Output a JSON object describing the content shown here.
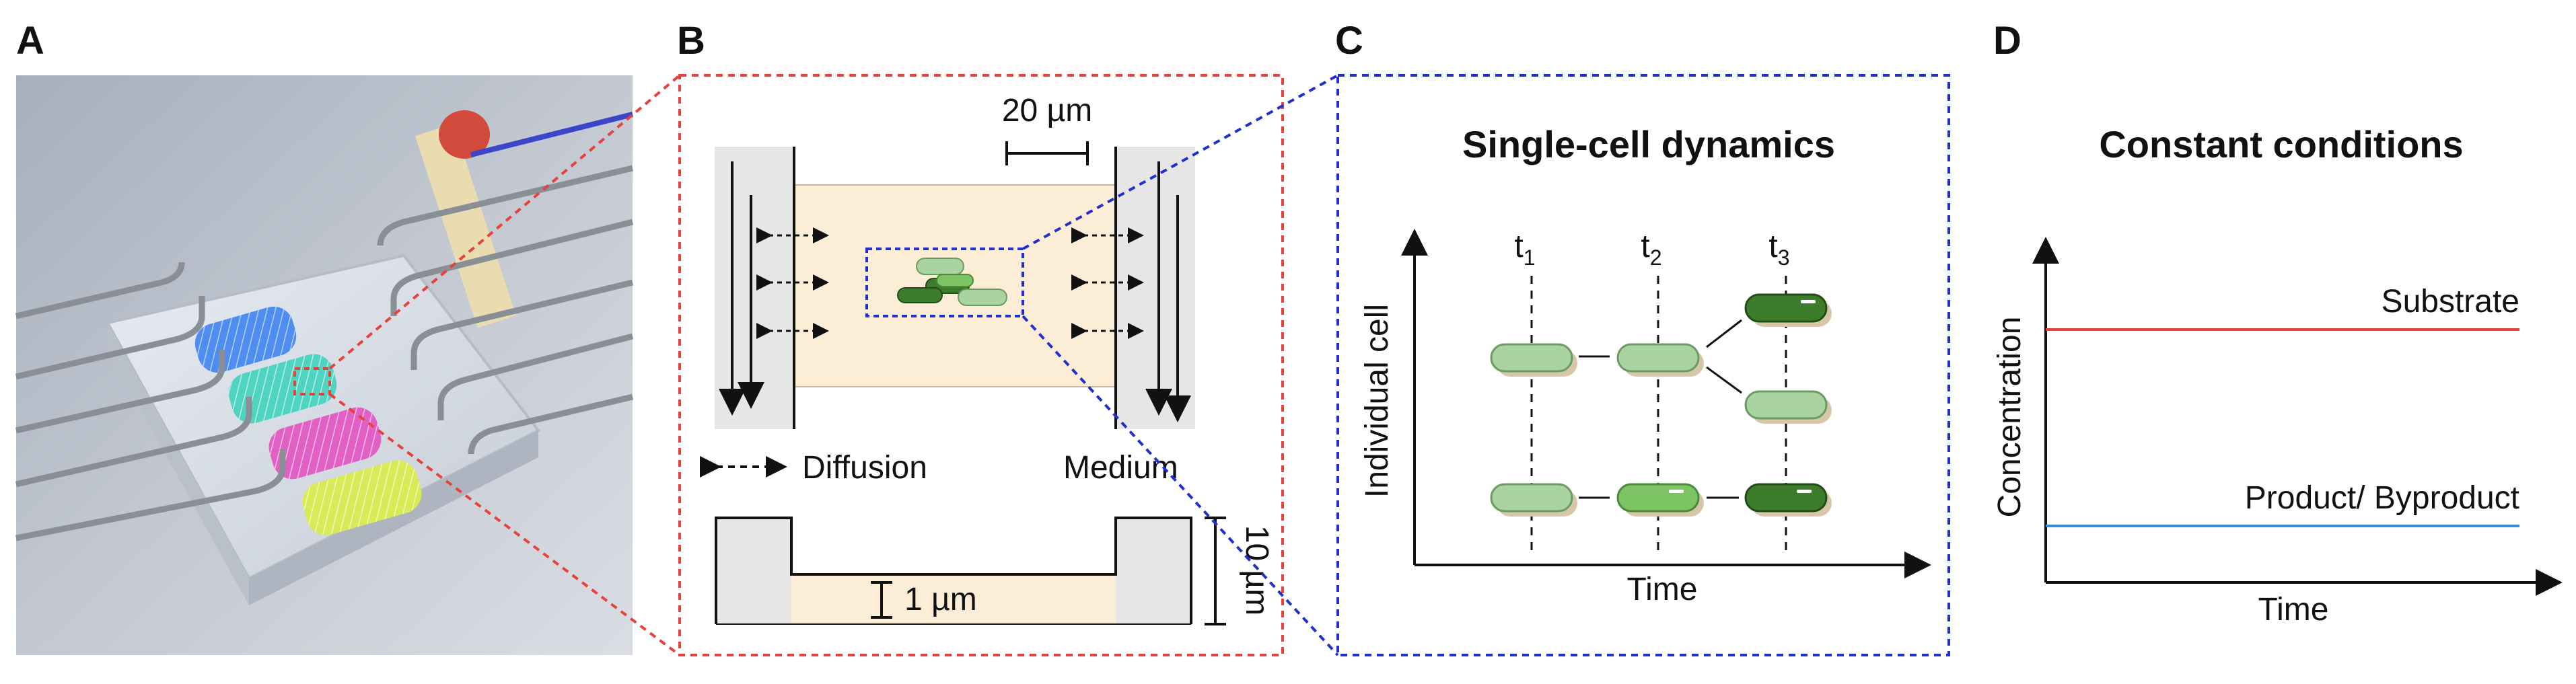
{
  "panels": {
    "a": {
      "label": "A"
    },
    "b": {
      "label": "B",
      "scale_top": "20 µm",
      "diffusion": "Diffusion",
      "medium": "Medium",
      "height_channel": "10 µm",
      "height_chamber": "1 µm"
    },
    "c": {
      "label": "C",
      "title": "Single-cell dynamics",
      "ylabel": "Individual cell",
      "xlabel": "Time",
      "timepoints": [
        {
          "base": "t",
          "sub": "1"
        },
        {
          "base": "t",
          "sub": "2"
        },
        {
          "base": "t",
          "sub": "3"
        }
      ]
    },
    "d": {
      "label": "D",
      "title": "Constant conditions",
      "ylabel": "Concentration",
      "xlabel": "Time",
      "lines": [
        {
          "name": "Substrate",
          "color": "#e8413c"
        },
        {
          "name": "Product/ Byproduct",
          "color": "#2f8fdc"
        }
      ]
    }
  },
  "colors": {
    "red_dashed": "#e8413c",
    "blue_dashed": "#1f2fd0",
    "chamber": "#fbedd6",
    "channel": "#e6e6e6",
    "cell_light": "#a9d3a0",
    "cell_mid": "#7cc464",
    "cell_dark": "#3d7c2a"
  }
}
